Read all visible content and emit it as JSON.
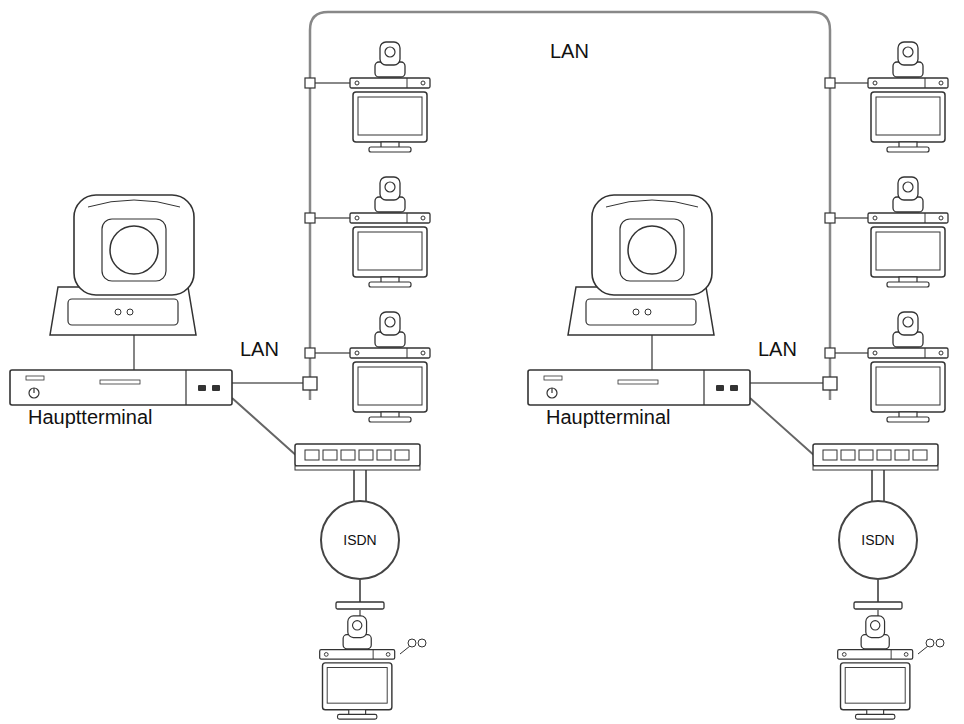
{
  "diagram": {
    "nodes": [
      {
        "text": [
          "Hauptterminal"
        ]
      },
      {
        "text": [
          "ISDN"
        ]
      },
      {
        "text": [
          "Hauptterminal"
        ]
      },
      {
        "text": [
          "ISDN"
        ]
      }
    ],
    "edges": [
      {
        "from": 0,
        "to": 1,
        "arrow": "none"
      },
      {
        "from": 2,
        "to": 3,
        "arrow": "none"
      }
    ],
    "labels": [
      "LAN",
      "LAN",
      "LAN"
    ]
  }
}
